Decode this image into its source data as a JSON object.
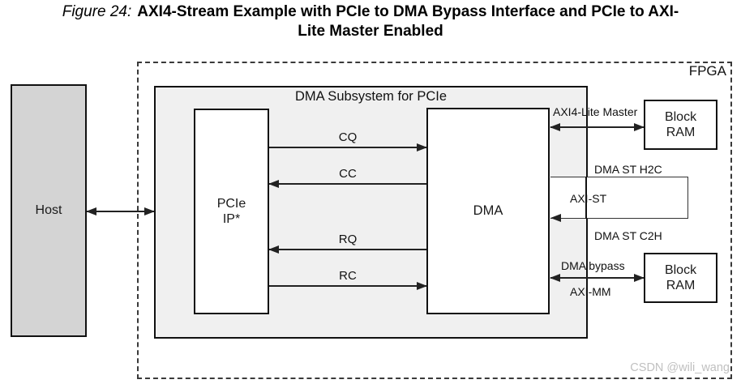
{
  "caption": {
    "prefix": "Figure 24:",
    "line1": "AXI4-Stream Example with PCIe to DMA Bypass Interface and PCIe to AXI-",
    "line2": "Lite Master Enabled"
  },
  "diagram": {
    "fpga_label": "FPGA",
    "host": {
      "label": "Host"
    },
    "subsystem": {
      "title": "DMA Subsystem for PCIe"
    },
    "pcie_ip": {
      "line1": "PCIe",
      "line2": "IP*"
    },
    "dma": {
      "label": "DMA"
    },
    "channels": [
      {
        "label": "CQ",
        "direction": "right"
      },
      {
        "label": "CC",
        "direction": "left"
      },
      {
        "label": "RQ",
        "direction": "left"
      },
      {
        "label": "RC",
        "direction": "right"
      }
    ],
    "block_ram_top": {
      "line1": "Block",
      "line2": "RAM"
    },
    "block_ram_bottom": {
      "line1": "Block",
      "line2": "RAM"
    },
    "interfaces": {
      "axi4_lite": "AXI4-Lite Master",
      "dma_st_h2c": "DMA ST H2C",
      "axi_st": "AXI-ST",
      "dma_st_c2h": "DMA ST C2H",
      "dma_bypass": "DMA bypass",
      "axi_mm": "AXI-MM"
    },
    "colors": {
      "host_fill": "#d4d4d4",
      "subsystem_fill": "#f0f0f0",
      "line": "#222222",
      "watermark": "#c0c0c0"
    }
  },
  "watermark": "CSDN @wili_wang"
}
